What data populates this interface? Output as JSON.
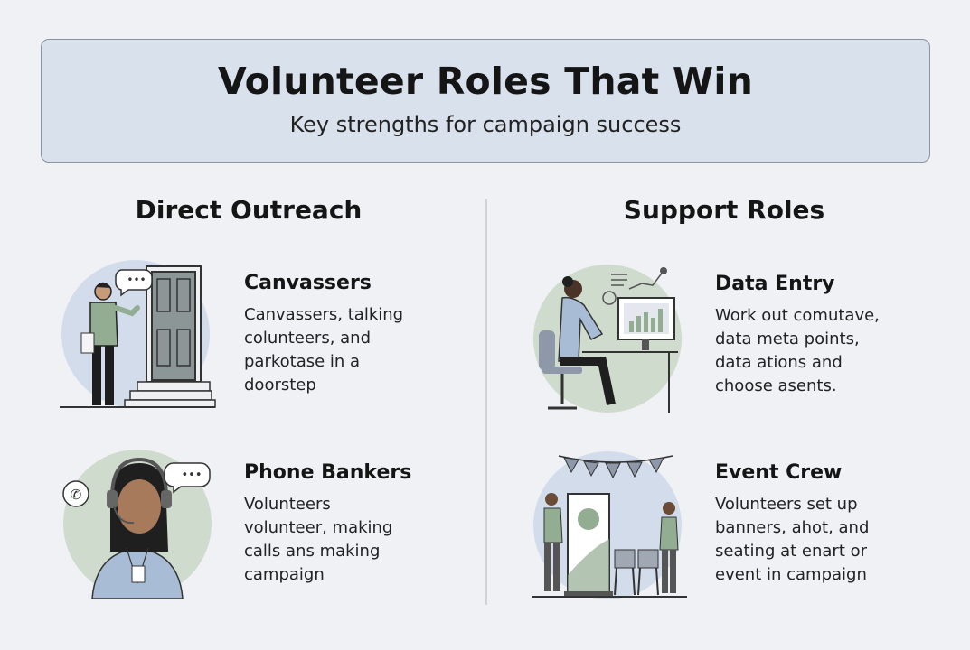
{
  "header": {
    "title": "Volunteer Roles That Win",
    "subtitle": "Key strengths for campaign success"
  },
  "sections": [
    {
      "heading": "Direct Outreach",
      "roles": [
        {
          "title": "Canvassers",
          "lines": [
            "Canvassers, talking",
            "colunteers, and",
            "parkotase in a",
            "doorstep"
          ],
          "icon": "canvasser-door-illustration"
        },
        {
          "title": "Phone Bankers",
          "lines": [
            "Volunteers",
            "volunteer, making",
            "calls ans making",
            "campaign"
          ],
          "icon": "phone-banker-headset-illustration"
        }
      ]
    },
    {
      "heading": "Support Roles",
      "roles": [
        {
          "title": "Data Entry",
          "lines": [
            "Work out comutave,",
            "data meta points,",
            "data ations and",
            "choose asents."
          ],
          "icon": "data-entry-computer-illustration"
        },
        {
          "title": "Event Crew",
          "lines": [
            "Volunteers set up",
            "banners, ahot, and",
            "seating at enart or",
            "event in campaign"
          ],
          "icon": "event-crew-banner-illustration"
        }
      ]
    }
  ],
  "colors": {
    "header_bg": "#d9e1ec",
    "circle_blue": "#d3dceb",
    "circle_green": "#cfdccd",
    "figure_green": "#93ad92",
    "door": "#8c9696"
  }
}
